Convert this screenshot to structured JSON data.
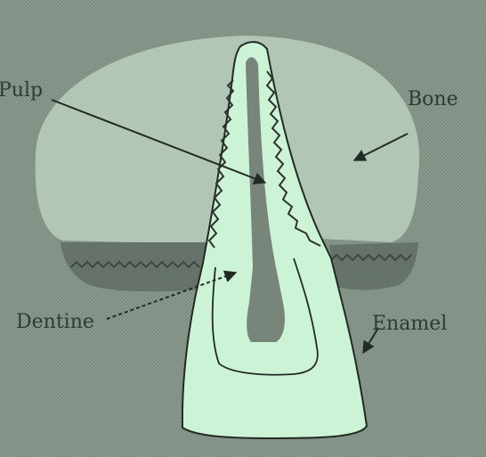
{
  "labels": {
    "pulp": "Pulp",
    "bone": "Bone",
    "dentine": "Dentine",
    "enamel": "Enamel"
  },
  "colors": {
    "background": "#8a9a8e",
    "bone": "#b6cbb9",
    "tooth": "#cdf3d6",
    "pulp": "#7f8d82",
    "gum": "#6f7c72",
    "outline": "#222a24"
  }
}
